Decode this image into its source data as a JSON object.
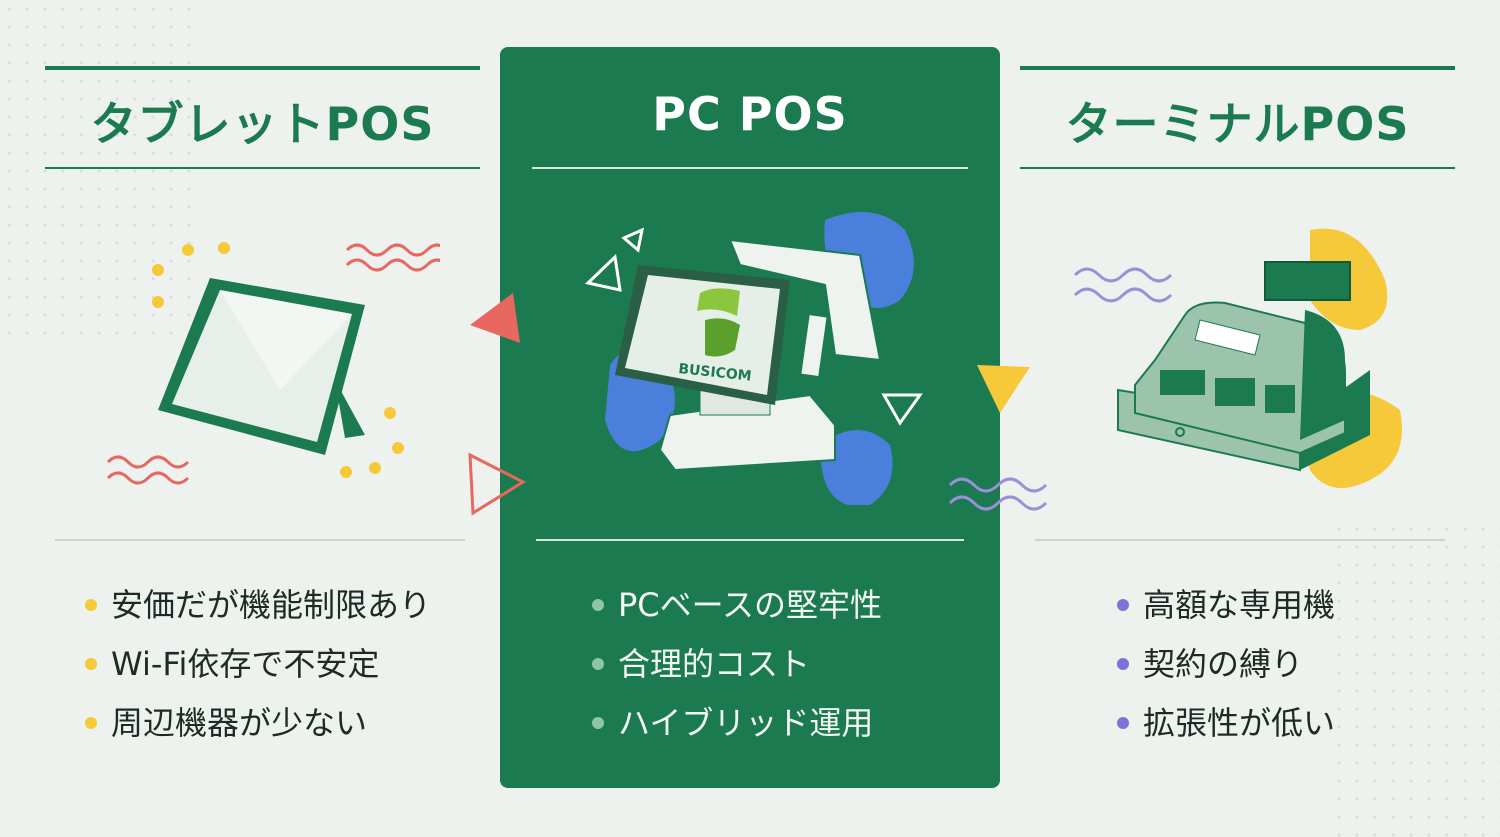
{
  "columns": [
    {
      "title": "タブレットPOS",
      "bullets": [
        "安価だが機能制限あり",
        "Wi-Fi依存で不安定",
        "周辺機器が少ない"
      ],
      "bullet_color": "#f5c93a",
      "icon": "tablet-icon"
    },
    {
      "title": "PC POS",
      "bullets": [
        "PCベースの堅牢性",
        "合理的コスト",
        "ハイブリッド運用"
      ],
      "bullet_color": "#8fc4a6",
      "icon": "pc-pos-terminal-icon",
      "brand": "BUSICOM"
    },
    {
      "title": "ターミナルPOS",
      "bullets": [
        "高額な専用機",
        "契約の縛り",
        "拡張性が低い"
      ],
      "bullet_color": "#7b74d6",
      "icon": "cash-register-icon"
    }
  ],
  "colors": {
    "green": "#1b7a50",
    "background": "#edf2ef",
    "blue": "#4a7fdb",
    "yellow": "#f5c93a",
    "red": "#e8675f",
    "purple": "#9b8fd8"
  }
}
